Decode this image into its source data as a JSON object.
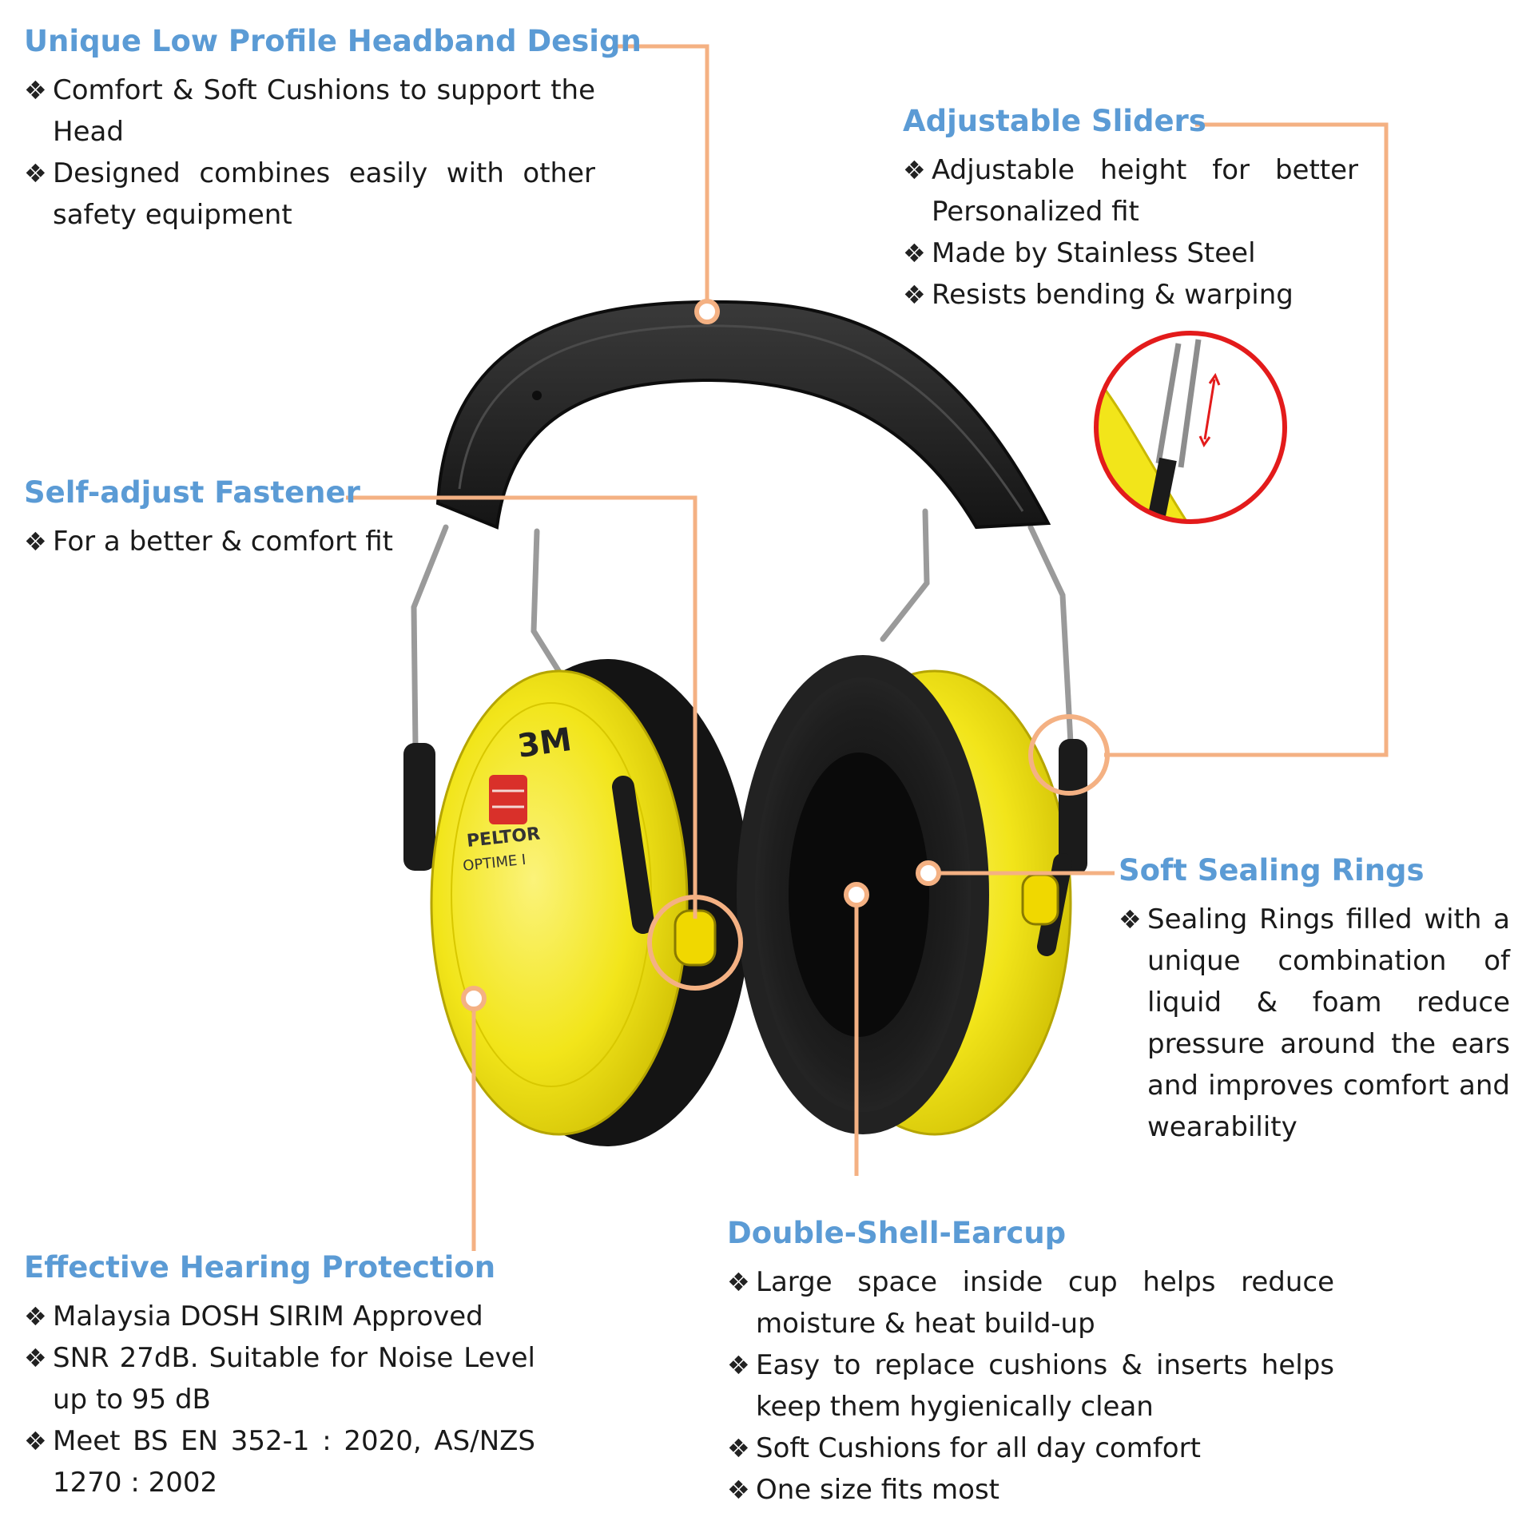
{
  "colors": {
    "heading": "#5b9bd5",
    "leader_line": "#f4b183",
    "body_text": "#1a1a1a",
    "earcup_yellow": "#f2e51a",
    "cushion_black": "#1c1c1c",
    "zoom_circle": "#e31b1b"
  },
  "bullet_glyph": "❖",
  "product_marks": {
    "logo": "3M",
    "brand": "PELTOR",
    "model": "OPTIME I"
  },
  "callouts": {
    "headband": {
      "title": "Unique Low Profile Headband Design",
      "items": [
        "Comfort & Soft Cushions to support the Head",
        "Designed combines easily with other safety equipment"
      ]
    },
    "sliders": {
      "title": "Adjustable Sliders",
      "items": [
        "Adjustable height for better Personalized fit",
        "Made by Stainless Steel",
        "Resists bending & warping"
      ]
    },
    "fastener": {
      "title": "Self-adjust Fastener",
      "items": [
        "For a better & comfort fit"
      ]
    },
    "sealing": {
      "title": "Soft Sealing Rings",
      "items": [
        "Sealing Rings filled with a unique combination of liquid & foam reduce pressure around the ears and improves comfort and wearability"
      ]
    },
    "protection": {
      "title": "Effective Hearing Protection",
      "items": [
        "Malaysia DOSH SIRIM Approved",
        "SNR 27dB. Suitable for Noise Level up to 95 dB",
        "Meet BS EN 352-1 : 2020, AS/NZS 1270 : 2002"
      ]
    },
    "earcup": {
      "title": "Double-Shell-Earcup",
      "items": [
        "Large space inside cup helps reduce moisture & heat build-up",
        "Easy to replace cushions & inserts helps keep them hygienically clean",
        "Soft Cushions for all day comfort",
        "One size fits most"
      ]
    }
  }
}
